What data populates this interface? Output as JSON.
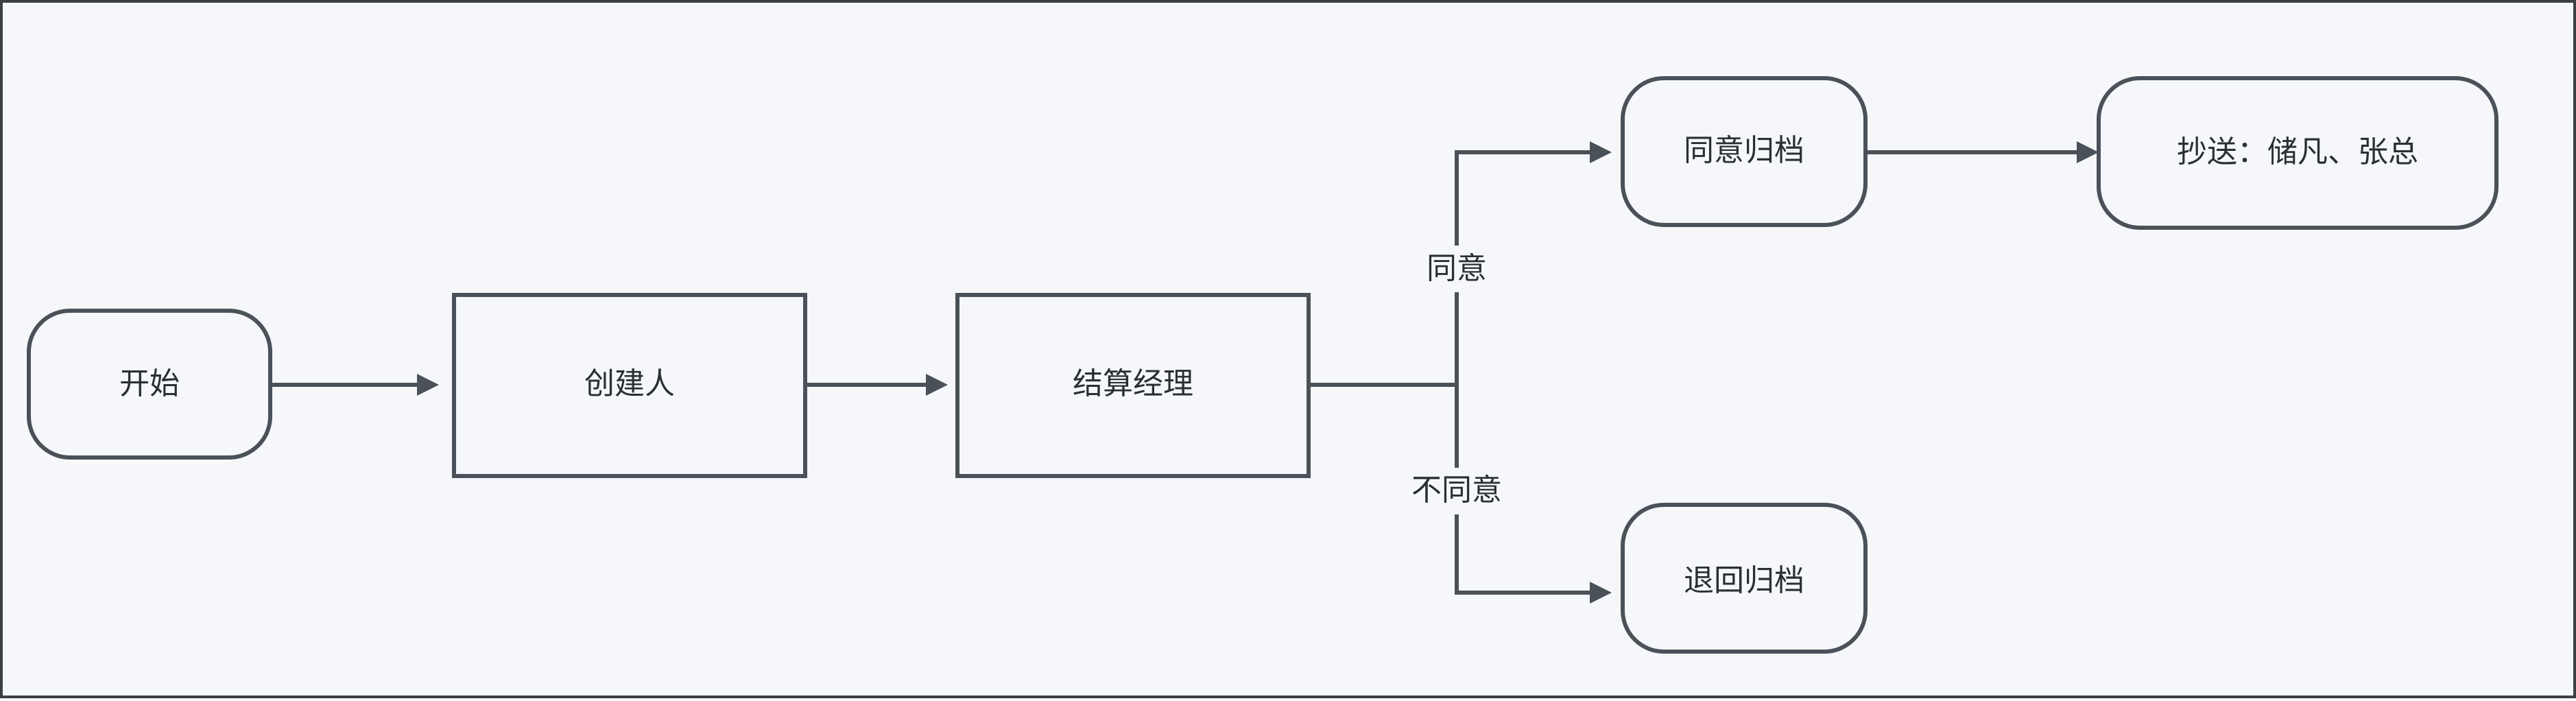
{
  "diagram": {
    "type": "flowchart",
    "nodes": {
      "start": "开始",
      "creator": "创建人",
      "settlement_manager": "结算经理",
      "agree_archive": "同意归档",
      "cc": "抄送：储凡、张总",
      "return_archive": "退回归档"
    },
    "edges": {
      "agree": "同意",
      "disagree": "不同意"
    },
    "colors": {
      "stroke": "#4a5158",
      "background": "#f5f7fb",
      "text": "#2b2f33"
    }
  }
}
